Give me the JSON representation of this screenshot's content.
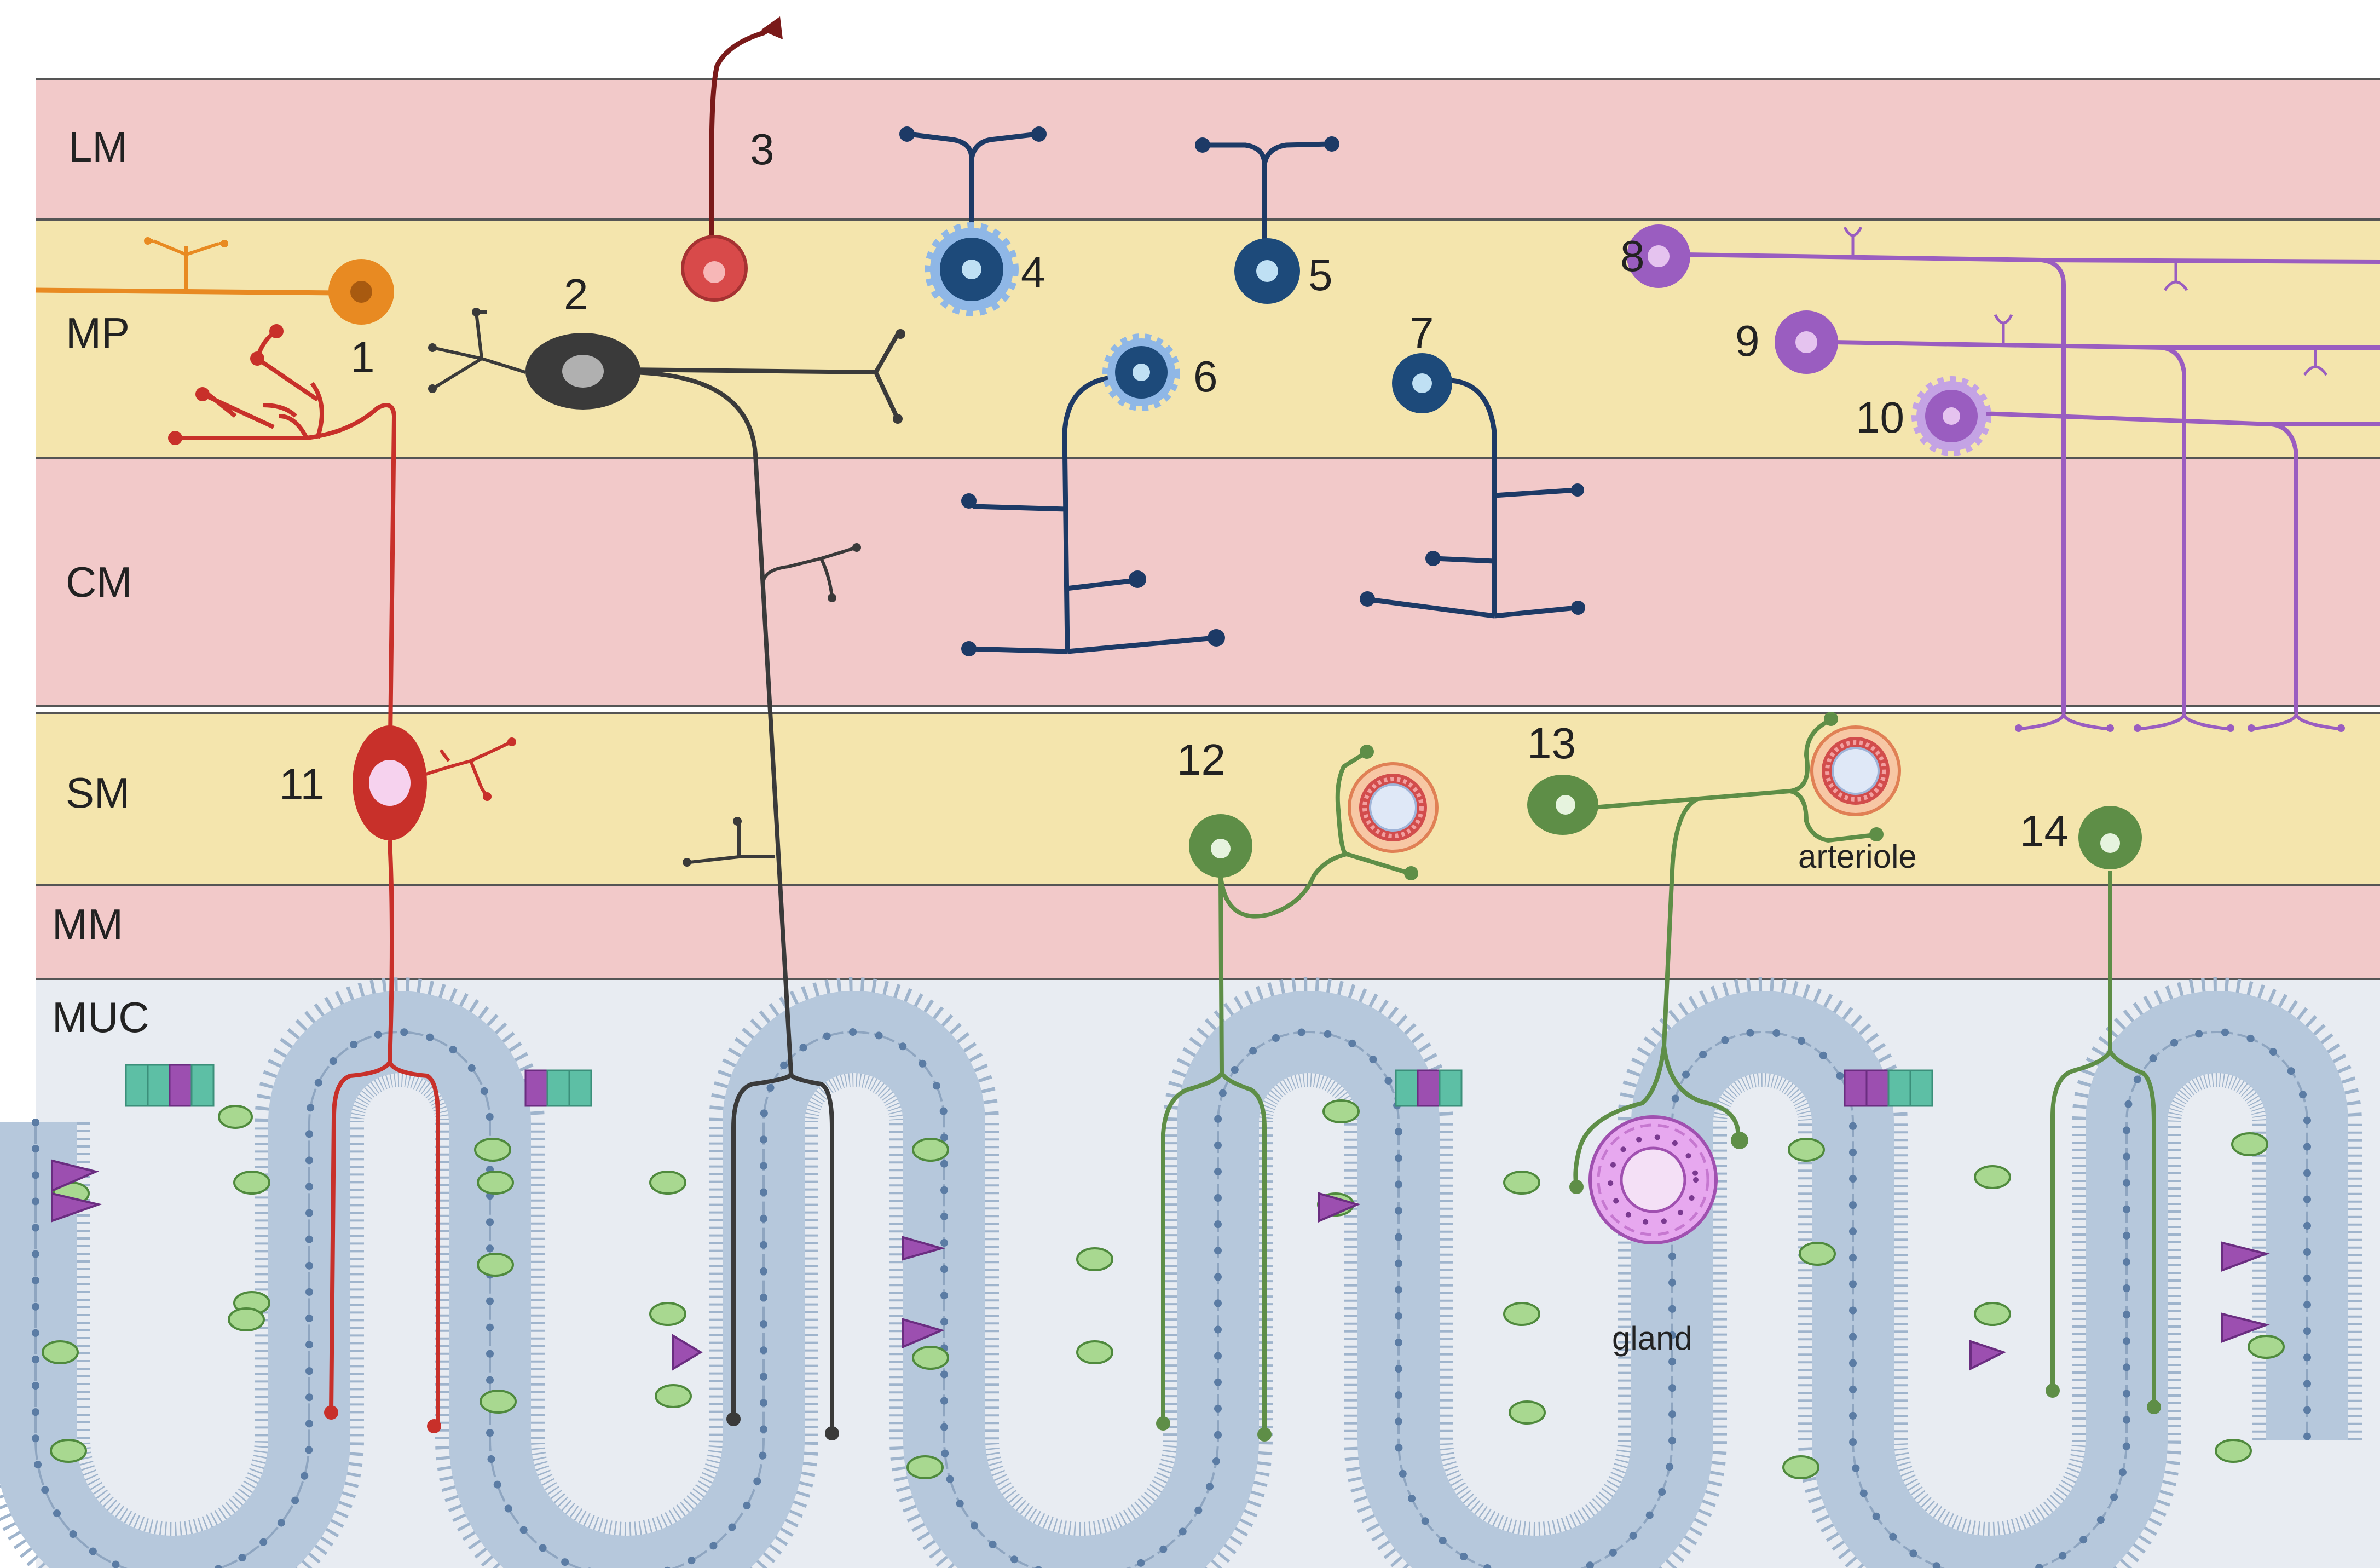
{
  "layers": [
    {
      "id": "lm",
      "label": "LM",
      "color": "#f2c9c9"
    },
    {
      "id": "mp",
      "label": "MP",
      "color": "#f4e5ad"
    },
    {
      "id": "cm",
      "label": "CM",
      "color": "#f2c9c9"
    },
    {
      "id": "sm",
      "label": "SM",
      "color": "#f4e5ad"
    },
    {
      "id": "mm",
      "label": "MM",
      "color": "#f2c9c9"
    },
    {
      "id": "muc",
      "label": "MUC",
      "color": "#e8ecf2"
    }
  ],
  "neurons": [
    {
      "num": "1",
      "color": "#e88a22"
    },
    {
      "num": "2",
      "color": "#3a3a3a"
    },
    {
      "num": "3",
      "color": "#d84a4a"
    },
    {
      "num": "4",
      "color": "#1d4a7a"
    },
    {
      "num": "5",
      "color": "#1d4a7a"
    },
    {
      "num": "6",
      "color": "#1d4a7a"
    },
    {
      "num": "7",
      "color": "#1d4a7a"
    },
    {
      "num": "8",
      "color": "#9a5dc0"
    },
    {
      "num": "9",
      "color": "#9a5dc0"
    },
    {
      "num": "10",
      "color": "#9a5dc0"
    },
    {
      "num": "11",
      "color": "#c8302a"
    },
    {
      "num": "12",
      "color": "#5e8e47"
    },
    {
      "num": "13",
      "color": "#5e8e47"
    },
    {
      "num": "14",
      "color": "#5e8e47"
    }
  ],
  "structures": {
    "arteriole": "arteriole",
    "gland": "gland"
  },
  "colors": {
    "epithelium": "#b6c8dc",
    "epithelium_edge": "#8ea5c0",
    "nucleus": "#5b7ca4",
    "goblet": "#6bb25a",
    "purple_cell": "#9c4fb0",
    "teal_cell": "#5dbfa5",
    "red_axon": "#c8302a",
    "dark_axon": "#3a3a3a",
    "orange_axon": "#e88a22",
    "navy_axon": "#1d3a66",
    "purple_axon": "#9a5dc0",
    "green_axon": "#5e8e47",
    "maroon_axon": "#7a1a1a"
  }
}
